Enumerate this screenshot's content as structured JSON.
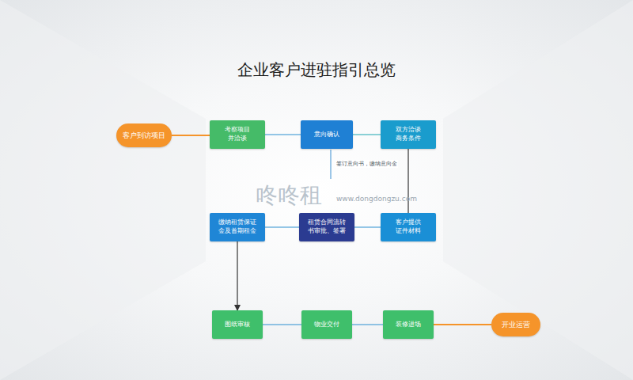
{
  "diagram": {
    "title": "企业客户进驻指引总览",
    "nodes": [
      {
        "text": [
          "客户到访项目"
        ]
      },
      {
        "text": [
          "考察项目 并洽谈"
        ]
      },
      {
        "text": [
          "意向确认"
        ]
      },
      {
        "text": [
          "双方洽谈 商务条件"
        ]
      },
      {
        "text": [
          "缴纳租赁保证 金及首期租金"
        ]
      },
      {
        "text": [
          "租赁合同流转 书审批、签署"
        ]
      },
      {
        "text": [
          "客户提供 证件材料"
        ]
      },
      {
        "text": [
          "图纸审核"
        ]
      },
      {
        "text": [
          "物业交付"
        ]
      },
      {
        "text": [
          "装修进场"
        ]
      },
      {
        "text": [
          "开业运营"
        ]
      }
    ],
    "edges": [
      {
        "from": 0,
        "to": 1,
        "arrow": "none"
      },
      {
        "from": 1,
        "to": 2,
        "arrow": "none"
      },
      {
        "from": 2,
        "to": 3,
        "arrow": "none"
      },
      {
        "from": 3,
        "to": 6,
        "arrow": "none"
      },
      {
        "from": 6,
        "to": 5,
        "arrow": "none"
      },
      {
        "from": 5,
        "to": 4,
        "arrow": "none"
      },
      {
        "from": 4,
        "to": 7,
        "arrow": "to"
      },
      {
        "from": 7,
        "to": 8,
        "arrow": "none"
      },
      {
        "from": 8,
        "to": 9,
        "arrow": "none"
      },
      {
        "from": 9,
        "to": 10,
        "arrow": "none"
      }
    ],
    "labels": [
      "签订意向书，缴纳意向金",
      "咚咚租",
      "www.dongdongzu.com"
    ]
  }
}
